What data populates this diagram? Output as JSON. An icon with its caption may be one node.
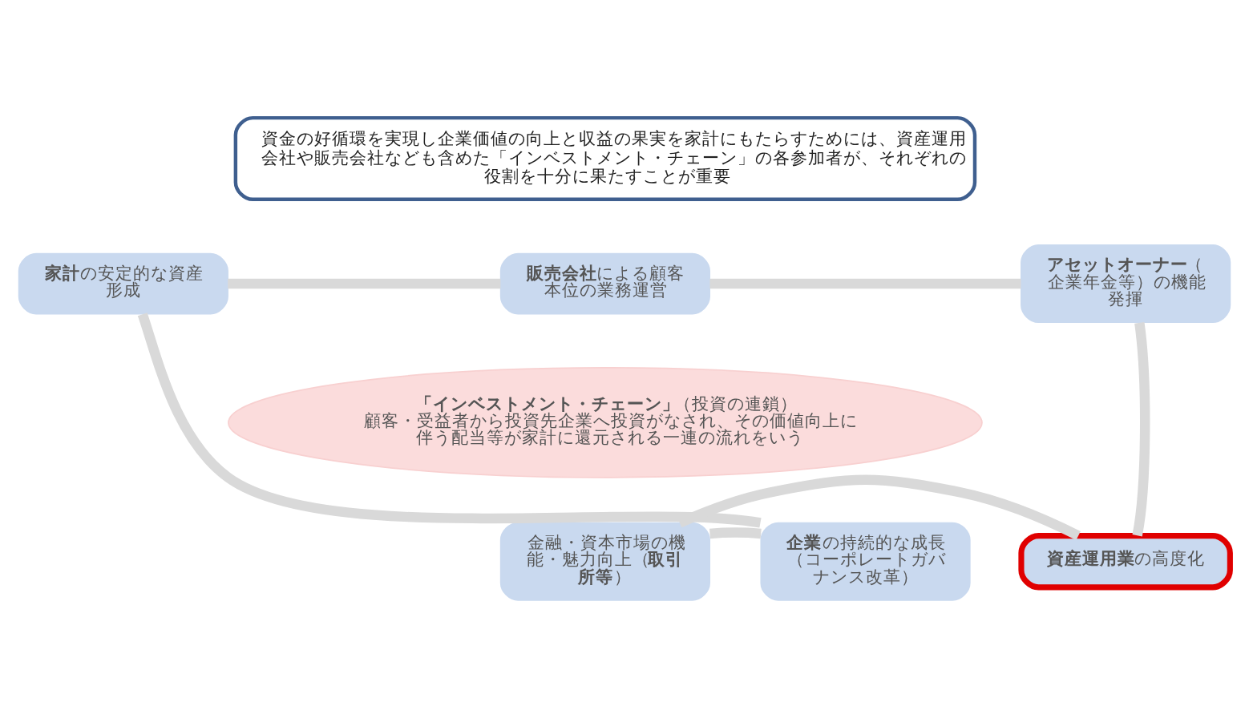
{
  "diagram": {
    "nodes": [
      {
        "text": [
          "資金の好循環を実現し企業価値の向上と収益の果実を家計にもたらすためには、資産運用会社や販売会社なども含めた「インベストメント・チェーン」の各参加者が、それぞれの役割を十分に果たすことが重要"
        ]
      },
      {
        "text": [
          "**家計**の安定的な資産形成"
        ]
      },
      {
        "text": [
          "**販売会社**による顧客本位の業務運営"
        ]
      },
      {
        "text": [
          "**アセットオーナー**（企業年金等）の機能発揮"
        ]
      },
      {
        "text": [
          "**「インベストメント・チェーン」**（投資の連鎖）",
          "顧客・受益者から投資先企業へ投資がなされ、その価値向上に伴う配当等が家計に還元される一連の流れをいう"
        ]
      },
      {
        "text": [
          "**企業**の持続的な成長（コーポレートガバナンス改革）"
        ]
      },
      {
        "text": [
          "金融・資本市場の機能・魅力向上（**取引所等**）"
        ]
      },
      {
        "text": [
          "**資産運用業**の高度化"
        ]
      }
    ],
    "edges": [
      {
        "from": 1,
        "to": 2,
        "arrow": "none"
      },
      {
        "from": 2,
        "to": 3,
        "arrow": "none"
      },
      {
        "from": 3,
        "to": 7,
        "arrow": "none"
      },
      {
        "from": 7,
        "to": 6,
        "arrow": "none"
      },
      {
        "from": 6,
        "to": 5,
        "arrow": "none"
      },
      {
        "from": 5,
        "to": 1,
        "arrow": "none"
      }
    ]
  }
}
